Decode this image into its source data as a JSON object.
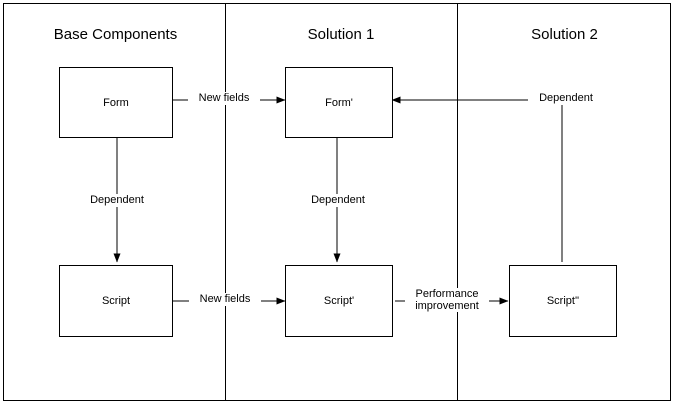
{
  "diagram": {
    "columns": [
      {
        "title": "Base Components"
      },
      {
        "title": "Solution 1"
      },
      {
        "title": "Solution 2"
      }
    ],
    "nodes": [
      {
        "id": "form",
        "label": "Form"
      },
      {
        "id": "script",
        "label": "Script"
      },
      {
        "id": "form1",
        "label": "Form'"
      },
      {
        "id": "script1",
        "label": "Script'"
      },
      {
        "id": "script2",
        "label": "Script''"
      }
    ],
    "edge_labels": [
      {
        "id": "dependent-base",
        "text": "Dependent"
      },
      {
        "id": "new-fields-form",
        "text": "New fields"
      },
      {
        "id": "dependent-sol1",
        "text": "Dependent"
      },
      {
        "id": "new-fields-script",
        "text": "New fields"
      },
      {
        "id": "performance-improvement",
        "line1": "Performance",
        "line2": "improvement"
      },
      {
        "id": "dependent-sol2",
        "text": "Dependent"
      }
    ],
    "colors": {
      "stroke": "#000000",
      "background": "#ffffff"
    }
  }
}
